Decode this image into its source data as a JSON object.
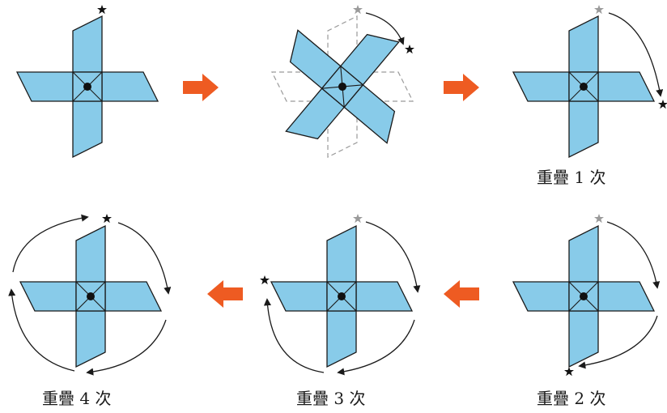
{
  "colors": {
    "blade_fill": "#88cbe9",
    "outline": "#1a1a1a",
    "arrow": "#ee5b22",
    "dashed": "#9a9a9a",
    "star_active": "#111111",
    "star_ghost": "#9a9a9a"
  },
  "icons": {
    "marker": "star-icon",
    "step_arrow": "right-arrow-icon"
  },
  "captions": {
    "overlap_1": "重疊 1 次",
    "overlap_2": "重疊 2 次",
    "overlap_3": "重疊 3 次",
    "overlap_4": "重疊 4 次"
  }
}
